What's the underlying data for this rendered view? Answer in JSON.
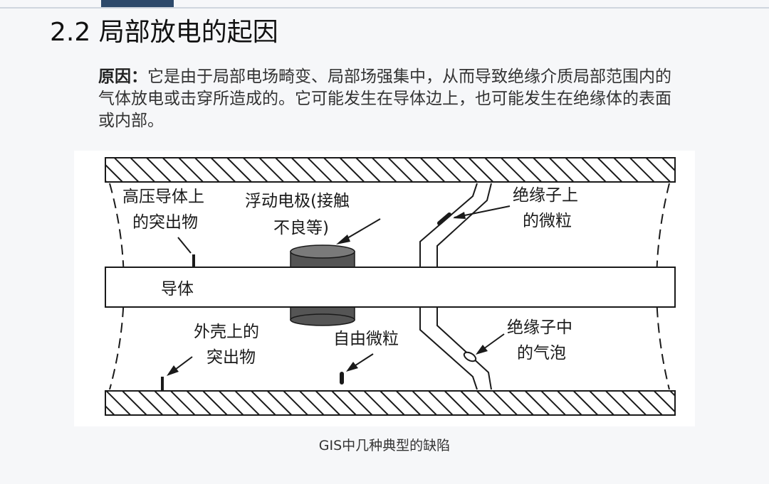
{
  "slide": {
    "title": "2.2 局部放电的起因",
    "description": {
      "label": "原因：",
      "text": "它是由于局部电场畸变、局部场强集中，从而导致绝缘介质局部范围内的气体放电或击穿所造成的。它可能发生在导体边上，也可能发生在绝缘体的表面或内部。"
    },
    "caption": "GIS中几种典型的缺陷"
  },
  "diagram": {
    "labels": {
      "hv_protrusion_l1": "高压导体上",
      "hv_protrusion_l2": "的突出物",
      "floating_l1": "浮动电极(接触",
      "floating_l2": "不良等)",
      "insulator_particle_l1": "绝缘子上",
      "insulator_particle_l2": "的微粒",
      "conductor": "导体",
      "shell_protrusion_l1": "外壳上的",
      "shell_protrusion_l2": "突出物",
      "free_particle": "自由微粒",
      "bubble_l1": "绝缘子中",
      "bubble_l2": "的气泡"
    },
    "colors": {
      "electrode": "#555555",
      "line": "#1a1a1a"
    }
  }
}
